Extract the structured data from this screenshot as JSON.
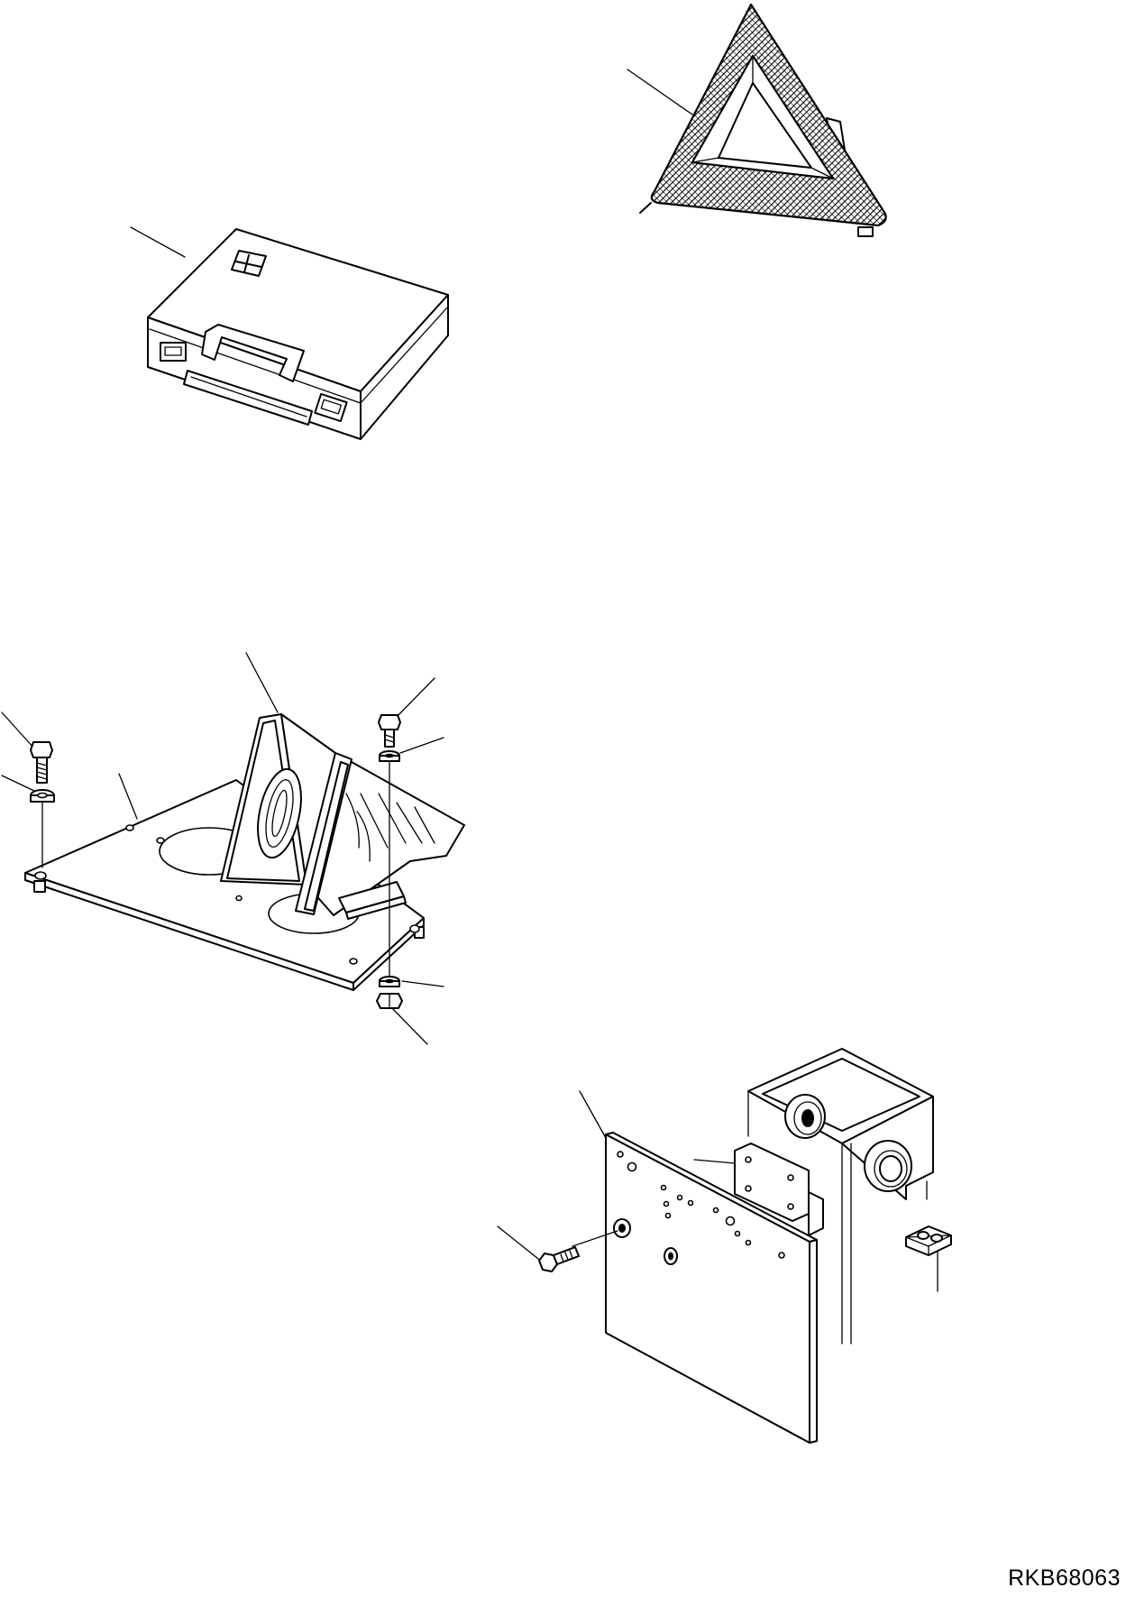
{
  "figure": {
    "reference_code": "RKB68063",
    "background": "#ffffff",
    "line_color": "#000000"
  },
  "parts": [
    {
      "name": "first-aid-kit-case"
    },
    {
      "name": "warning-triangle"
    },
    {
      "name": "wheel-chock-with-bracket"
    },
    {
      "name": "license-plate-mount"
    }
  ]
}
